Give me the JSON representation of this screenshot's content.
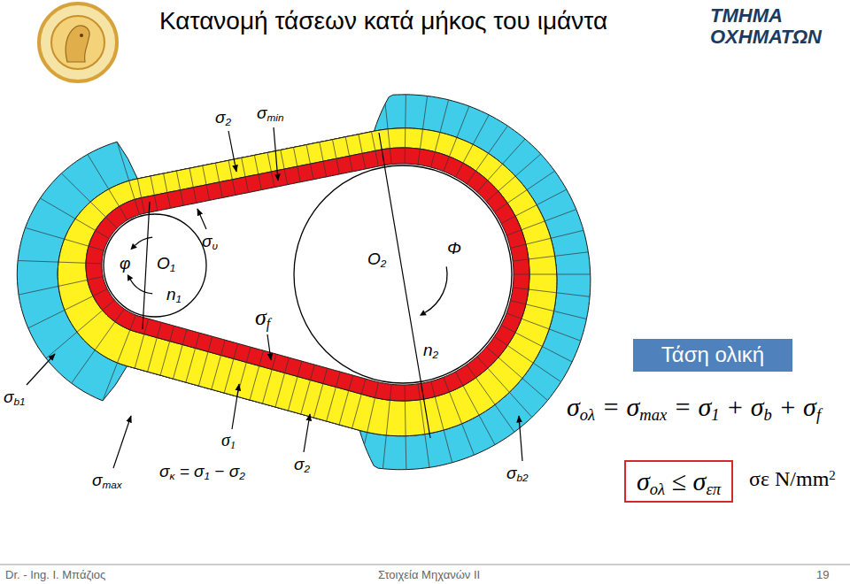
{
  "diagram": {
    "title": "Κατανομή τάσεων κατά μήκος του ιμάντα",
    "nodes": [
      {
        "text": [
          "φ",
          "O1",
          "n1"
        ]
      },
      {
        "text": [
          "O2",
          "Φ",
          "n2"
        ]
      },
      {
        "text": [
          "Τάση ολική"
        ]
      },
      {
        "text": [
          "σολ ≤ σεπ"
        ]
      }
    ],
    "labels": [
      "ΤΜΗΜΑ ΟΧΗΜΑΤΩΝ",
      "σ2",
      "σmin",
      "συ",
      "σf",
      "σb1",
      "σ1",
      "σκ = σ1 − σ2",
      "σmax",
      "σ2",
      "σb2",
      "σολ = σmax = σ1 + σb + σf",
      "σε N/mm2",
      "Dr. - Ing. I. Μπάζιος",
      "Στοιχεία Μηχανών ΙΙ",
      "19"
    ]
  }
}
